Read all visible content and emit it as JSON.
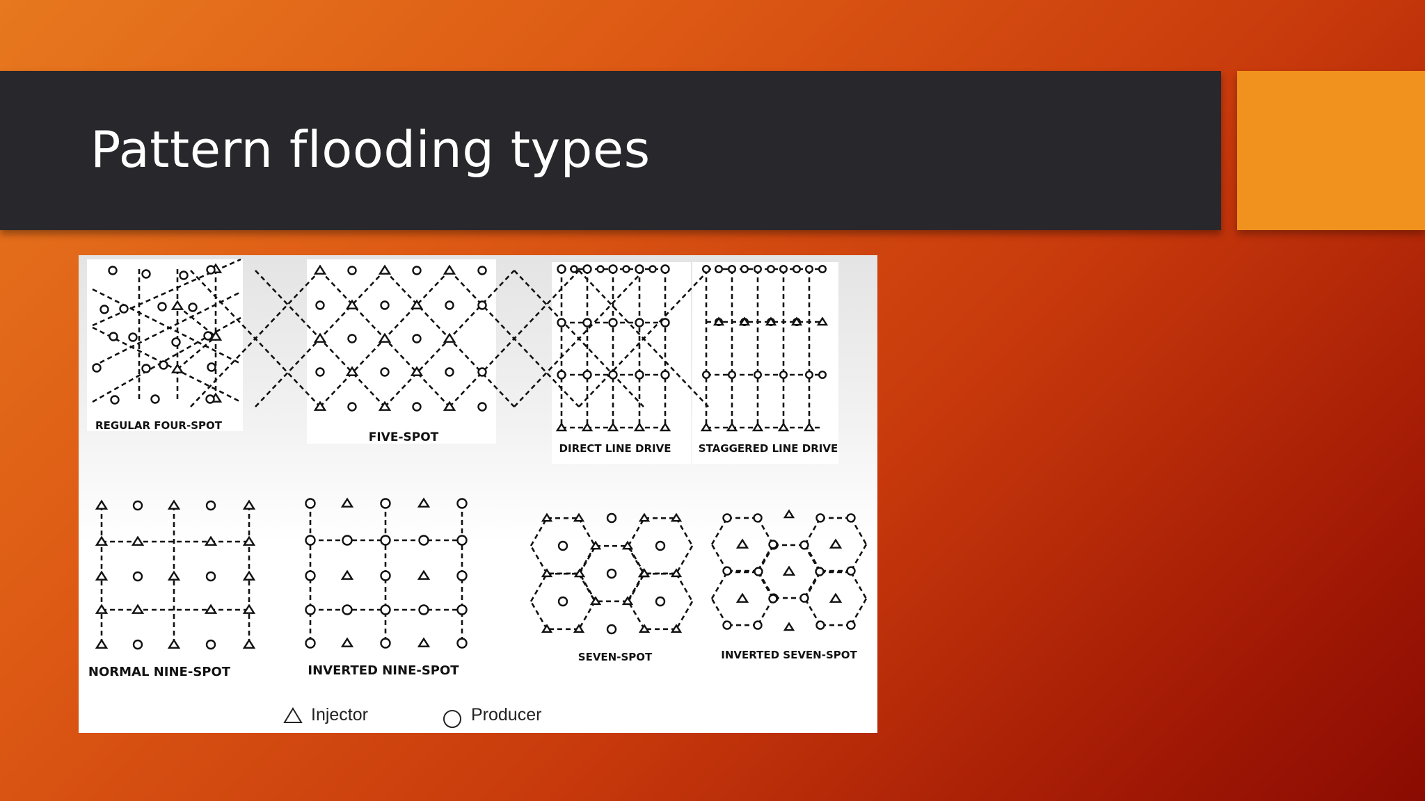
{
  "slide": {
    "title": "Pattern flooding types"
  },
  "figure": {
    "patterns": [
      "REGULAR FOUR-SPOT",
      "FIVE-SPOT",
      "DIRECT LINE DRIVE",
      "STAGGERED LINE DRIVE",
      "NORMAL NINE-SPOT",
      "INVERTED NINE-SPOT",
      "SEVEN-SPOT",
      "INVERTED SEVEN-SPOT"
    ],
    "legend": {
      "injector": "Injector",
      "producer": "Producer"
    }
  },
  "colors": {
    "title_bar": "#28272b",
    "accent": "#f0921d",
    "title_text": "#ffffff",
    "ink": "#111111"
  }
}
